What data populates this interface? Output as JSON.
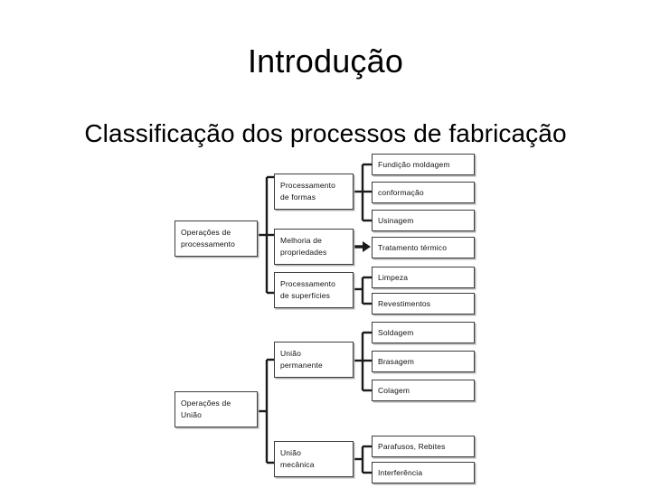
{
  "slide": {
    "title": "Introdução",
    "subtitle": "Classificação dos processos de fabricação",
    "background_color": "#ffffff",
    "text_color": "#000000"
  },
  "diagram": {
    "type": "tree",
    "orientation": "left-to-right",
    "box_border_color": "#3d3d3d",
    "box_fill_color": "#ffffff",
    "connector_color": "#1a1a1a",
    "roots": [
      {
        "id": "operacoes-processamento",
        "label_line1": "Operações de",
        "label_line2": "processamento",
        "children": [
          {
            "id": "processamento-formas",
            "label_line1": "Processamento",
            "label_line2": "de formas",
            "leaves": [
              {
                "id": "fundicao-moldagem",
                "label": "Fundição moldagem"
              },
              {
                "id": "conformacao",
                "label": "conformação"
              },
              {
                "id": "usinagem",
                "label": "Usinagem"
              }
            ]
          },
          {
            "id": "melhoria-propriedades",
            "label_line1": "Melhoria de",
            "label_line2": "propriedades",
            "leaves": [
              {
                "id": "tratamento-termico",
                "label": "Tratamento térmico"
              }
            ]
          },
          {
            "id": "processamento-superficies",
            "label_line1": "Processamento",
            "label_line2": "de superfícies",
            "leaves": [
              {
                "id": "limpeza",
                "label": "Limpeza"
              },
              {
                "id": "revestimentos",
                "label": "Revestimentos"
              }
            ]
          }
        ]
      },
      {
        "id": "operacoes-uniao",
        "label_line1": "Operações de",
        "label_line2": "União",
        "children": [
          {
            "id": "uniao-permanente",
            "label_line1": "União",
            "label_line2": "permanente",
            "leaves": [
              {
                "id": "soldagem",
                "label": "Soldagem"
              },
              {
                "id": "brasagem",
                "label": "Brasagem"
              },
              {
                "id": "colagem",
                "label": "Colagem"
              }
            ]
          },
          {
            "id": "uniao-mecanica",
            "label_line1": "União",
            "label_line2": "mecânica",
            "leaves": [
              {
                "id": "parafusos-rebites",
                "label": "Parafusos, Rebites"
              },
              {
                "id": "interferencia",
                "label": "Interferência"
              }
            ]
          }
        ]
      }
    ]
  }
}
